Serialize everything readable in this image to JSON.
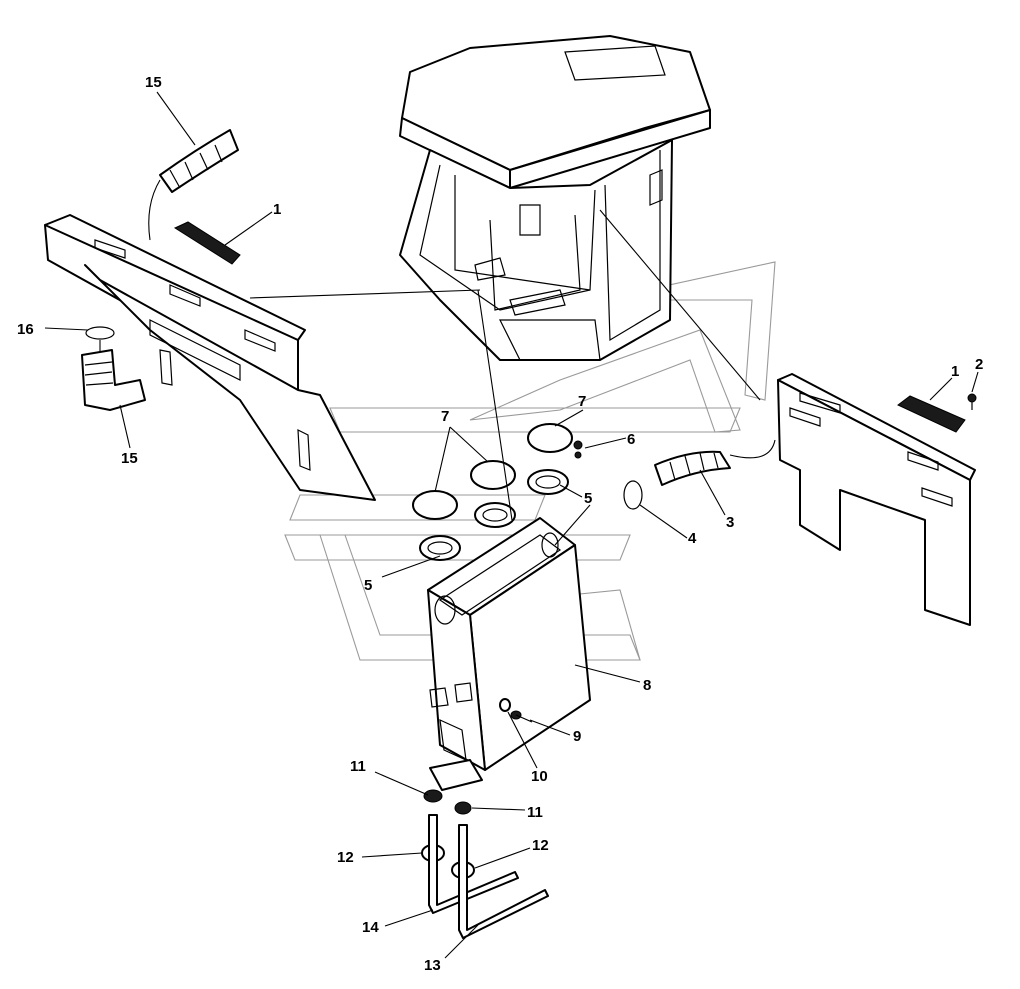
{
  "callouts": {
    "c1_left": "1",
    "c1_right": "1",
    "c2": "2",
    "c3": "3",
    "c4": "4",
    "c5_right": "5",
    "c5_left": "5",
    "c6": "6",
    "c7_left": "7",
    "c7_right": "7",
    "c8": "8",
    "c9": "9",
    "c10": "10",
    "c11_left": "11",
    "c11_right": "11",
    "c12_left": "12",
    "c12_right": "12",
    "c13": "13",
    "c14": "14",
    "c15_top": "15",
    "c15_bottom": "15",
    "c16": "16"
  }
}
